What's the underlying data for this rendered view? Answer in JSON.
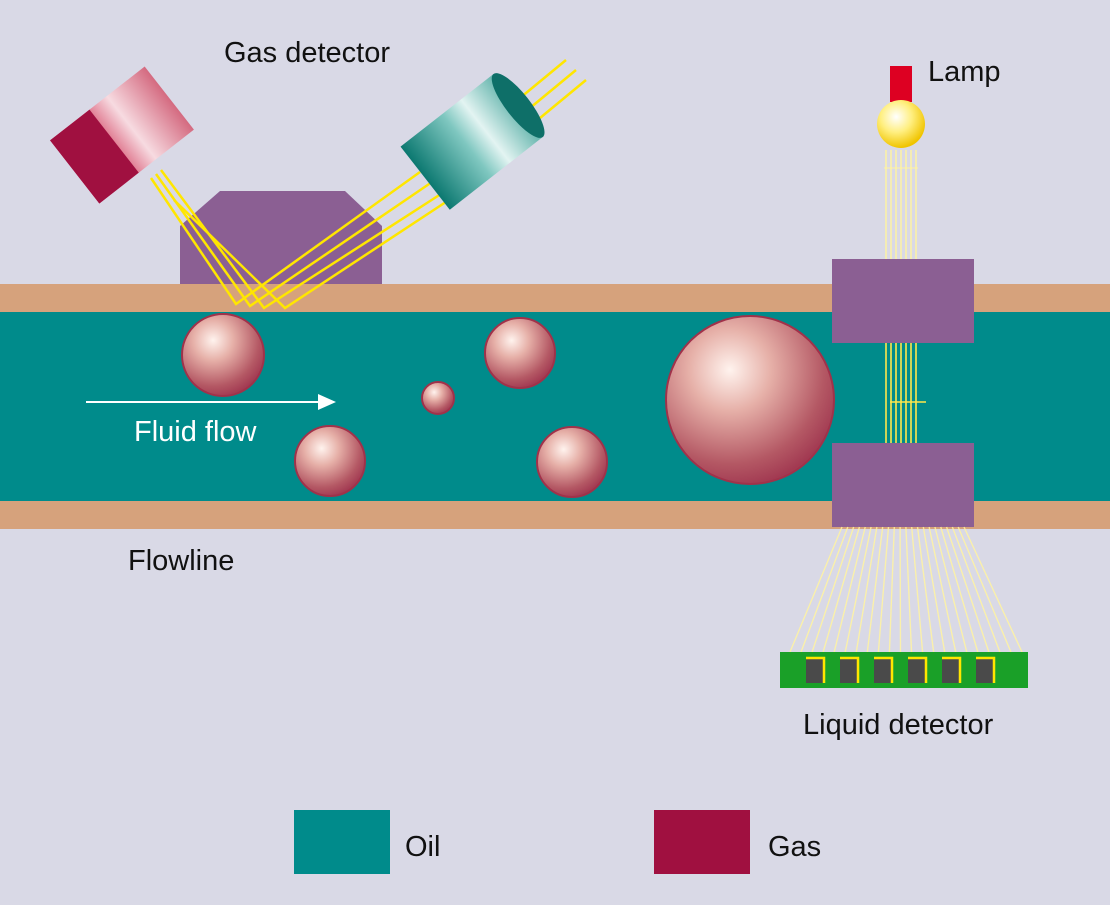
{
  "labels": {
    "gas_detector": "Gas detector",
    "lamp": "Lamp",
    "fluid_flow": "Fluid flow",
    "flowline": "Flowline",
    "liquid_detector": "Liquid detector"
  },
  "legend": [
    {
      "label": "Oil",
      "color": "#008b8b"
    },
    {
      "label": "Gas",
      "color": "#a01040"
    }
  ],
  "colors": {
    "background": "#d9d9e6",
    "oil": "#008b8b",
    "pipe_wall": "#d6a27c",
    "gas": "#a01040",
    "window_block": "#8b5f93",
    "beam": "#ffe600",
    "lamp_base": "#dd0022",
    "detector_board": "#1aa028",
    "sensor_cell": "#4a4a4a"
  }
}
